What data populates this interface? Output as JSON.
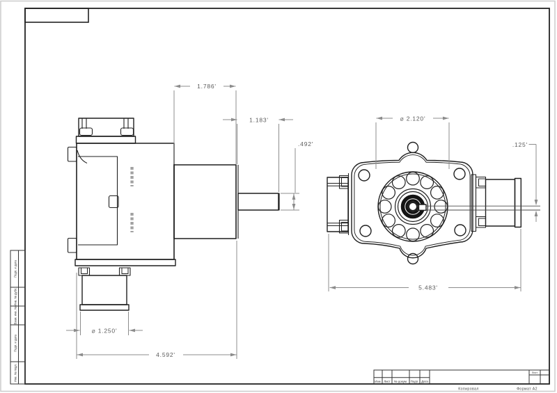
{
  "dimensions": {
    "housing_width": "1.786'",
    "shaft_length": "1.183'",
    "shaft_dia": ".492'",
    "hub_dia": "⌀ 2.120'",
    "slot": ".125'",
    "barb_dia": "⌀ 1.250'",
    "overall_side": "4.592'",
    "overall_front": "5.483'"
  },
  "title_block": {
    "columns": [
      "Изм.",
      "Лист",
      "№ докум.",
      "Подп.",
      "Дата"
    ],
    "sheet_label": "Лист",
    "copied_label": "Копировал",
    "format_label": "Формат А2"
  },
  "margin_stamps": [
    "Подп. и дата",
    "Инв. № дубл.",
    "Взам. инв. №",
    "Подп. и дата",
    "Инв. № подл."
  ],
  "colors": {
    "part_line": "#1f1f1f",
    "dim_line": "#8c8c8c",
    "dim_text": "#5a5a5a",
    "frame": "#222222"
  }
}
